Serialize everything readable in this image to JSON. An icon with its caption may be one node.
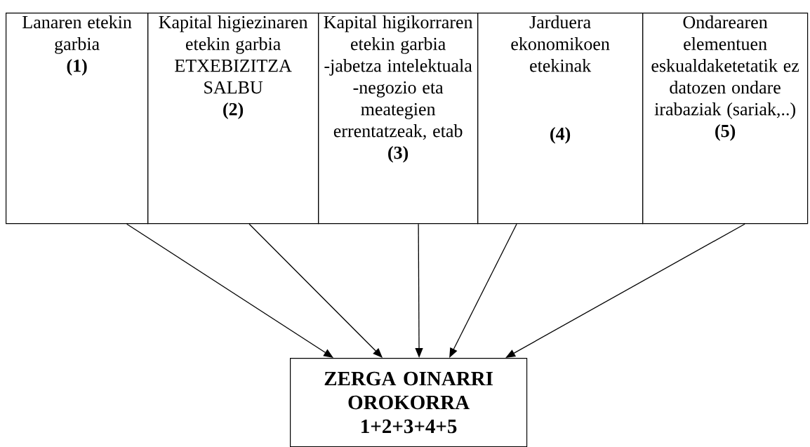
{
  "diagram": {
    "nodes": [
      {
        "text": [
          "Lanaren etekin garbia",
          "(1)"
        ]
      },
      {
        "text": [
          "Kapital higiezinaren etekin garbia ETXEBIZITZA SALBU",
          "(2)"
        ]
      },
      {
        "text": [
          "Kapital higikorraren etekin garbia -jabetza intelektuala -negozio eta meategien errentatzeak, etab",
          "(3)"
        ]
      },
      {
        "text": [
          "Jarduera ekonomikoen etekinak",
          "(4)"
        ]
      },
      {
        "text": [
          "Ondarearen elementuen eskualdaketetatik ez datozen ondare irabaziak (sariak,..)",
          "(5)"
        ]
      },
      {
        "text": [
          "ZERGA OINARRI OROKORRA",
          "1+2+3+4+5"
        ]
      }
    ],
    "edges": [
      {
        "from": 0,
        "to": 5,
        "arrow": "to"
      },
      {
        "from": 1,
        "to": 5,
        "arrow": "to"
      },
      {
        "from": 2,
        "to": 5,
        "arrow": "to"
      },
      {
        "from": 3,
        "to": 5,
        "arrow": "to"
      },
      {
        "from": 4,
        "to": 5,
        "arrow": "to"
      }
    ]
  }
}
